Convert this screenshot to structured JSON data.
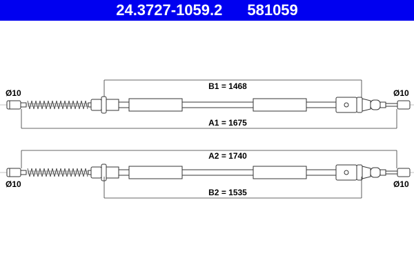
{
  "header": {
    "part_number": "24.3727-1059.2",
    "ref_number": "581059",
    "background": "#0000f0"
  },
  "cable1": {
    "left_end_diameter": "Ø10",
    "right_end_diameter": "Ø10",
    "dim_b": "B1 = 1468",
    "dim_a": "A1 = 1675"
  },
  "cable2": {
    "left_end_diameter": "Ø10",
    "right_end_diameter": "Ø10",
    "dim_a": "A2 = 1740",
    "dim_b": "B2 = 1535"
  }
}
